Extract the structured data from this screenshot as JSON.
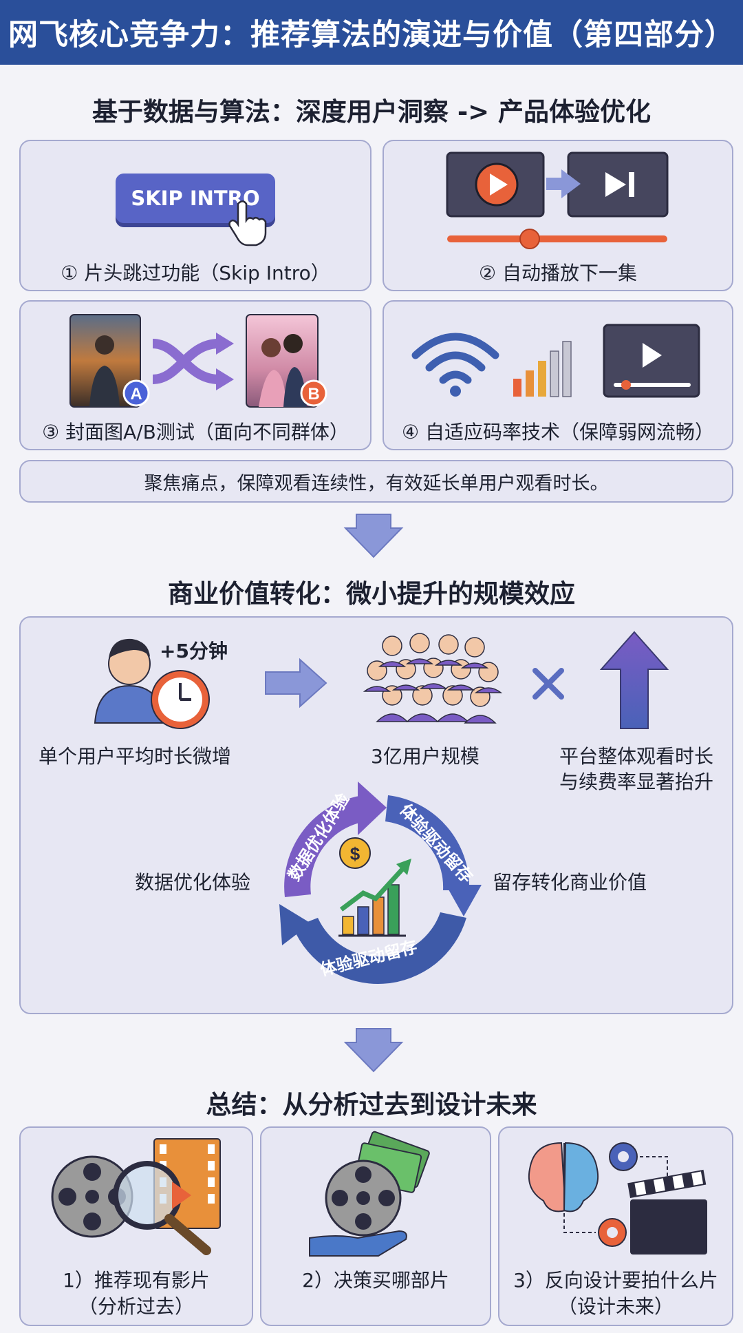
{
  "header": {
    "title": "网飞核心竞争力：推荐算法的演进与价值（第四部分）"
  },
  "section1": {
    "title": "基于数据与算法：深度用户洞察 -> 产品体验优化",
    "skip_button": "SKIP INTRO",
    "cards": [
      {
        "label": "① 片头跳过功能（Skip Intro）"
      },
      {
        "label": "② 自动播放下一集"
      },
      {
        "label": "③ 封面图A/B测试（面向不同群体）",
        "badge_a": "A",
        "badge_b": "B"
      },
      {
        "label": "④ 自适应码率技术（保障弱网流畅）"
      }
    ],
    "banner": "聚焦痛点，保障观看连续性，有效延长单用户观看时长。"
  },
  "section2": {
    "title": "商业价值转化：微小提升的规模效应",
    "plus_minutes": "+5分钟",
    "single_user": "单个用户平均时长微增",
    "user_scale": "3亿用户规模",
    "platform_line1": "平台整体观看时长",
    "platform_line2": "与续费率显著抬升",
    "cycle_left": "数据优化体验",
    "cycle_right": "留存转化商业价值",
    "arc_top_left": "数据优化体验",
    "arc_top_right": "体验驱动留存",
    "arc_bottom": "体验驱动留存"
  },
  "section3": {
    "title": "总结：从分析过去到设计未来",
    "cards": [
      {
        "line1": "1）推荐现有影片",
        "line2": "（分析过去）"
      },
      {
        "line1": "2）决策买哪部片",
        "line2": ""
      },
      {
        "line1": "3）反向设计要拍什么片",
        "line2": "（设计未来）"
      }
    ]
  },
  "colors": {
    "header_bg": "#2a4f9a",
    "card_bg": "#e7e7f3",
    "card_border": "#a5a9cf",
    "accent_purple": "#7a5cc4",
    "accent_blue": "#4a62b8",
    "accent_orange": "#e8623a"
  }
}
